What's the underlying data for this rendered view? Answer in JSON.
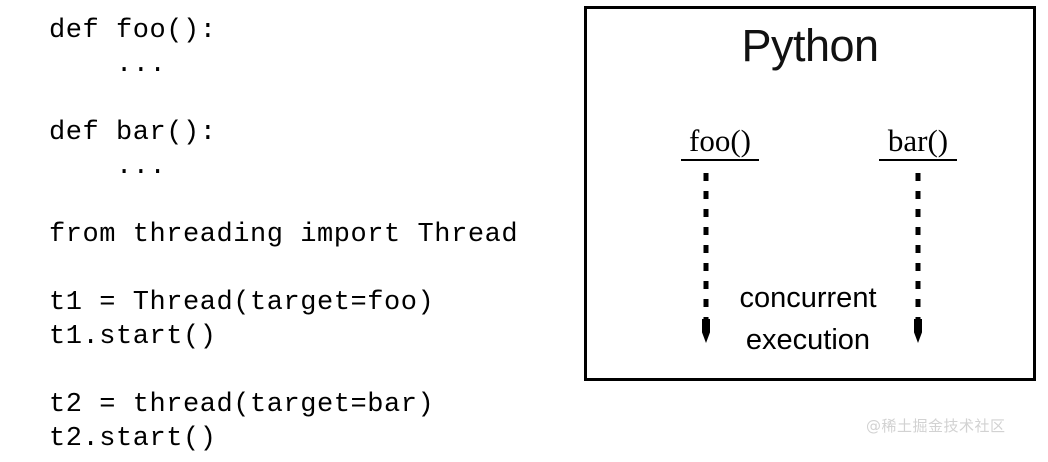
{
  "background_color": "#ffffff",
  "code_panel": {
    "language": "python",
    "lines": [
      "def foo():",
      "    ...",
      "",
      "def bar():",
      "    ...",
      "",
      "from threading import Thread",
      "",
      "t1 = Thread(target=foo)",
      "t1.start()",
      "",
      "t2 = thread(target=bar)",
      "t2.start()"
    ]
  },
  "diagram": {
    "title": "Python",
    "border_color": "#000000",
    "threads": [
      {
        "label": "foo()",
        "arrow": "dashed-down-arrow"
      },
      {
        "label": "bar()",
        "arrow": "dashed-down-arrow"
      }
    ],
    "annotation": {
      "line1": "concurrent",
      "line2": "execution"
    }
  },
  "watermark": {
    "text": "@稀土掘金技术社区",
    "color": "#d2d2d2"
  }
}
